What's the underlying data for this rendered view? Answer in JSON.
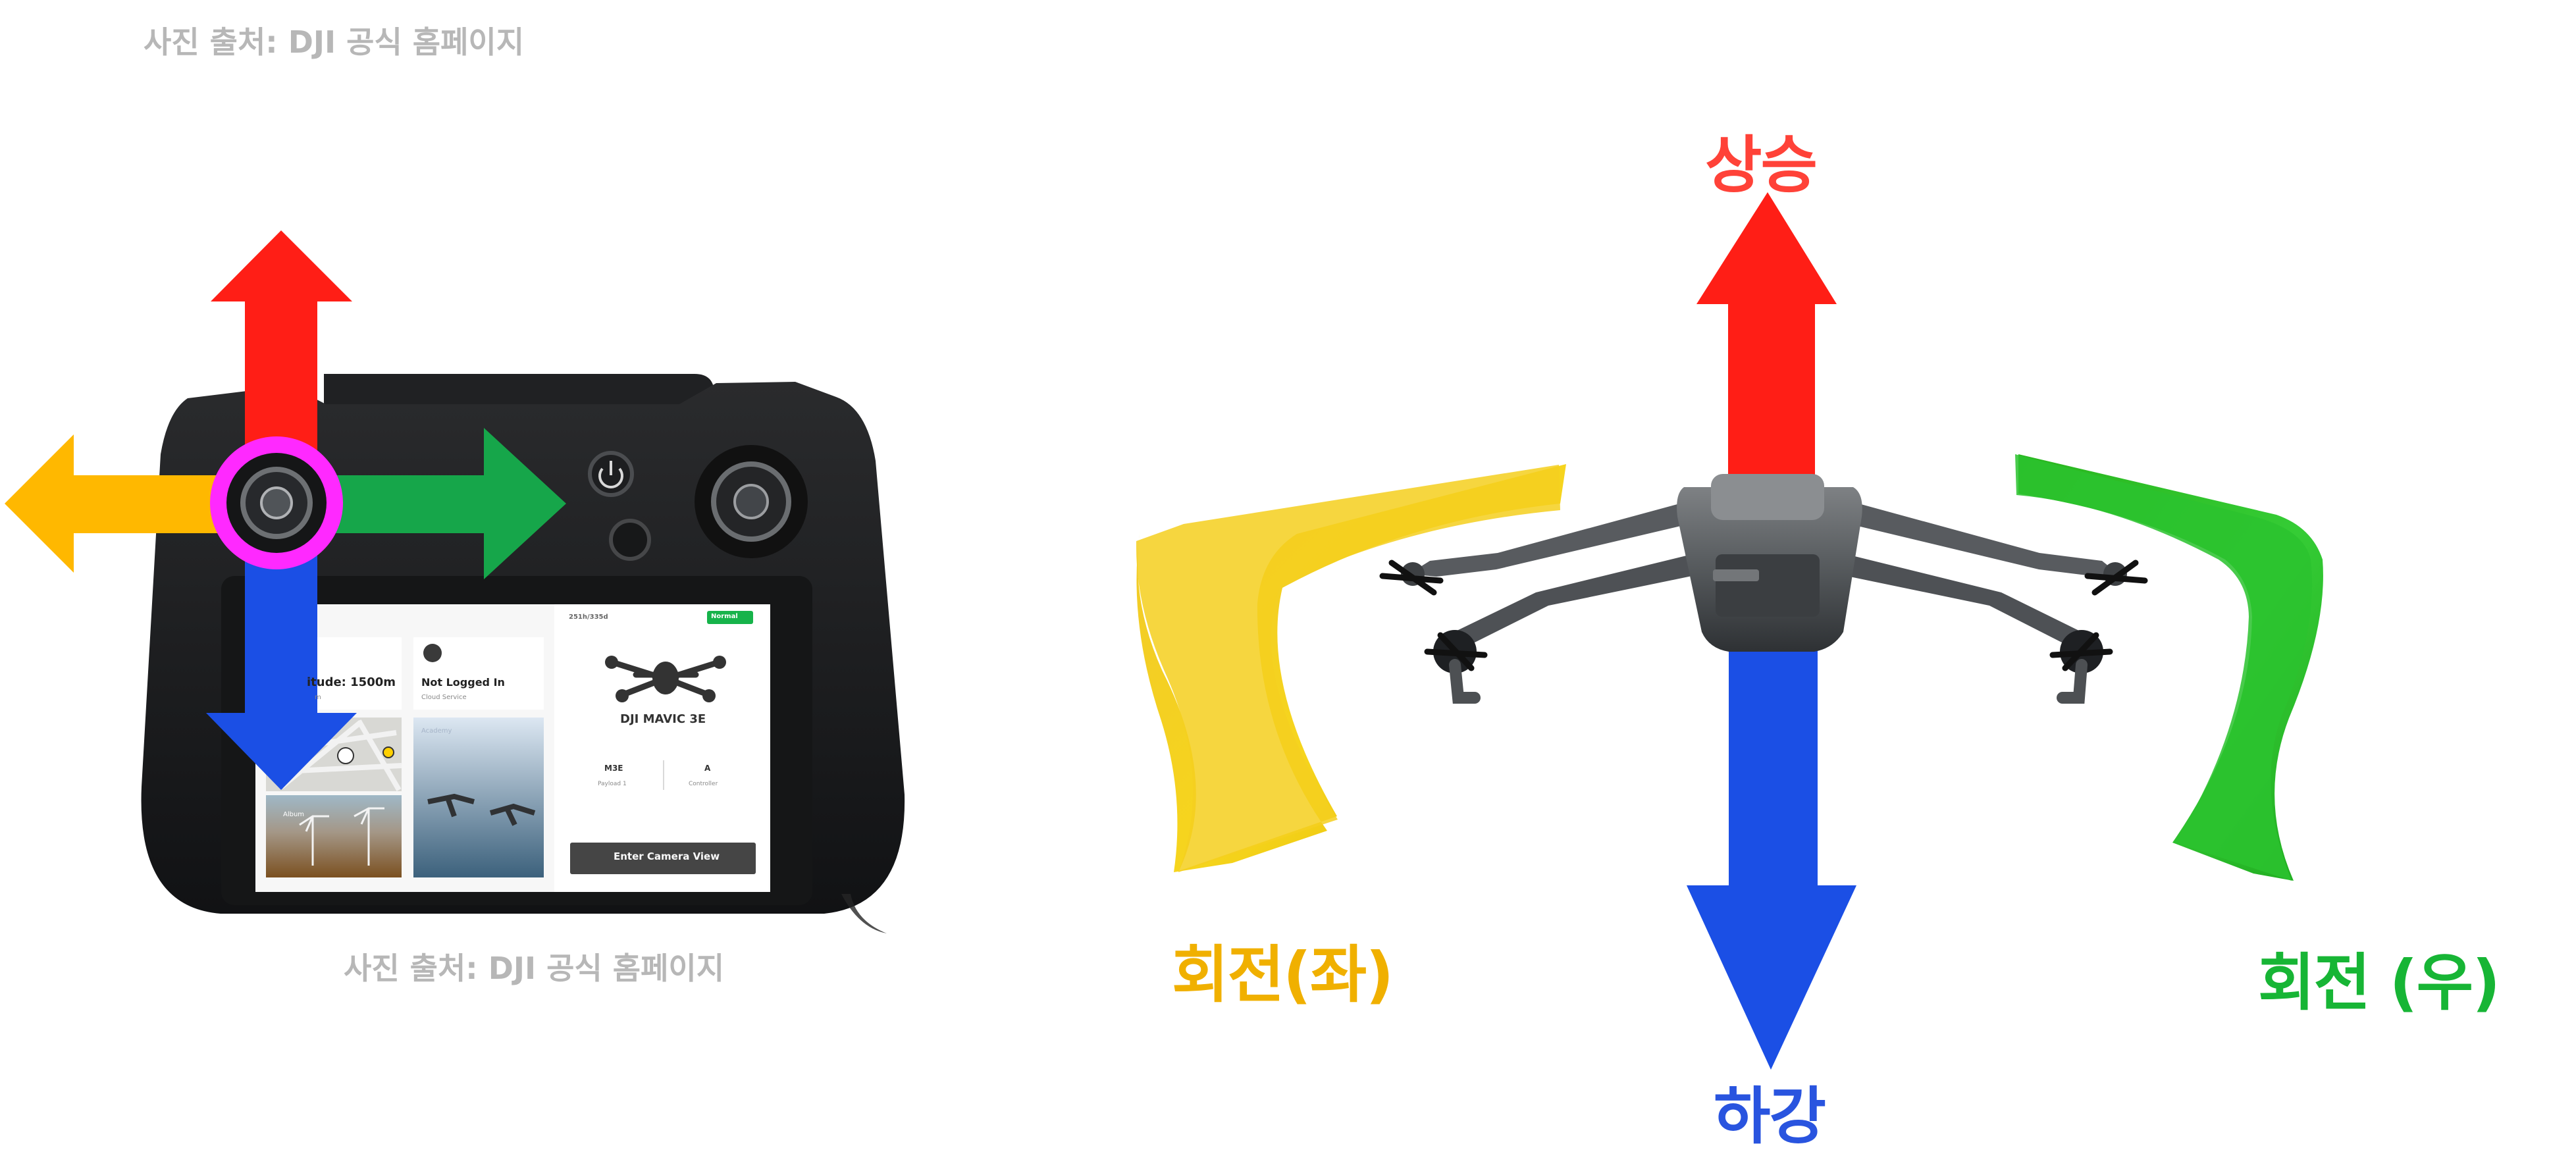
{
  "captions": {
    "source_top": "사진 출처: DJI 공식 홈페이지",
    "source_bottom": "사진 출처: DJI 공식 홈페이지"
  },
  "controller_screen": {
    "status_storage": "251h/335d",
    "status_mode": "Normal",
    "altitude": "itude: 1500m",
    "altitude_unit": "m",
    "login_title": "Not Logged In",
    "cloud_service": "Cloud Service",
    "model_name": "DJI MAVIC 3E",
    "payload_value": "M3E",
    "payload_label": "Payload 1",
    "controller_value": "A",
    "controller_label": "Controller",
    "camera_button": "Enter Camera View",
    "academy_label": "Academy",
    "album_label": "Album"
  },
  "motion_labels": {
    "up": "상승",
    "down": "하강",
    "rotate_left": "회전(좌)",
    "rotate_right": "회전 (우)"
  },
  "colors": {
    "up_arrow": "#ff1e16",
    "down_arrow": "#1b4fe5",
    "left_arrow": "#ffb800",
    "right_arrow": "#16a64a",
    "stick_ring": "#ff29ff",
    "rotation_left": "#f4cf1f",
    "rotation_right": "#2bc32e"
  },
  "icons": {
    "remote_controller": "remote-controller-icon",
    "drone": "drone-icon",
    "control_stick": "joystick-icon",
    "power": "power-icon"
  }
}
